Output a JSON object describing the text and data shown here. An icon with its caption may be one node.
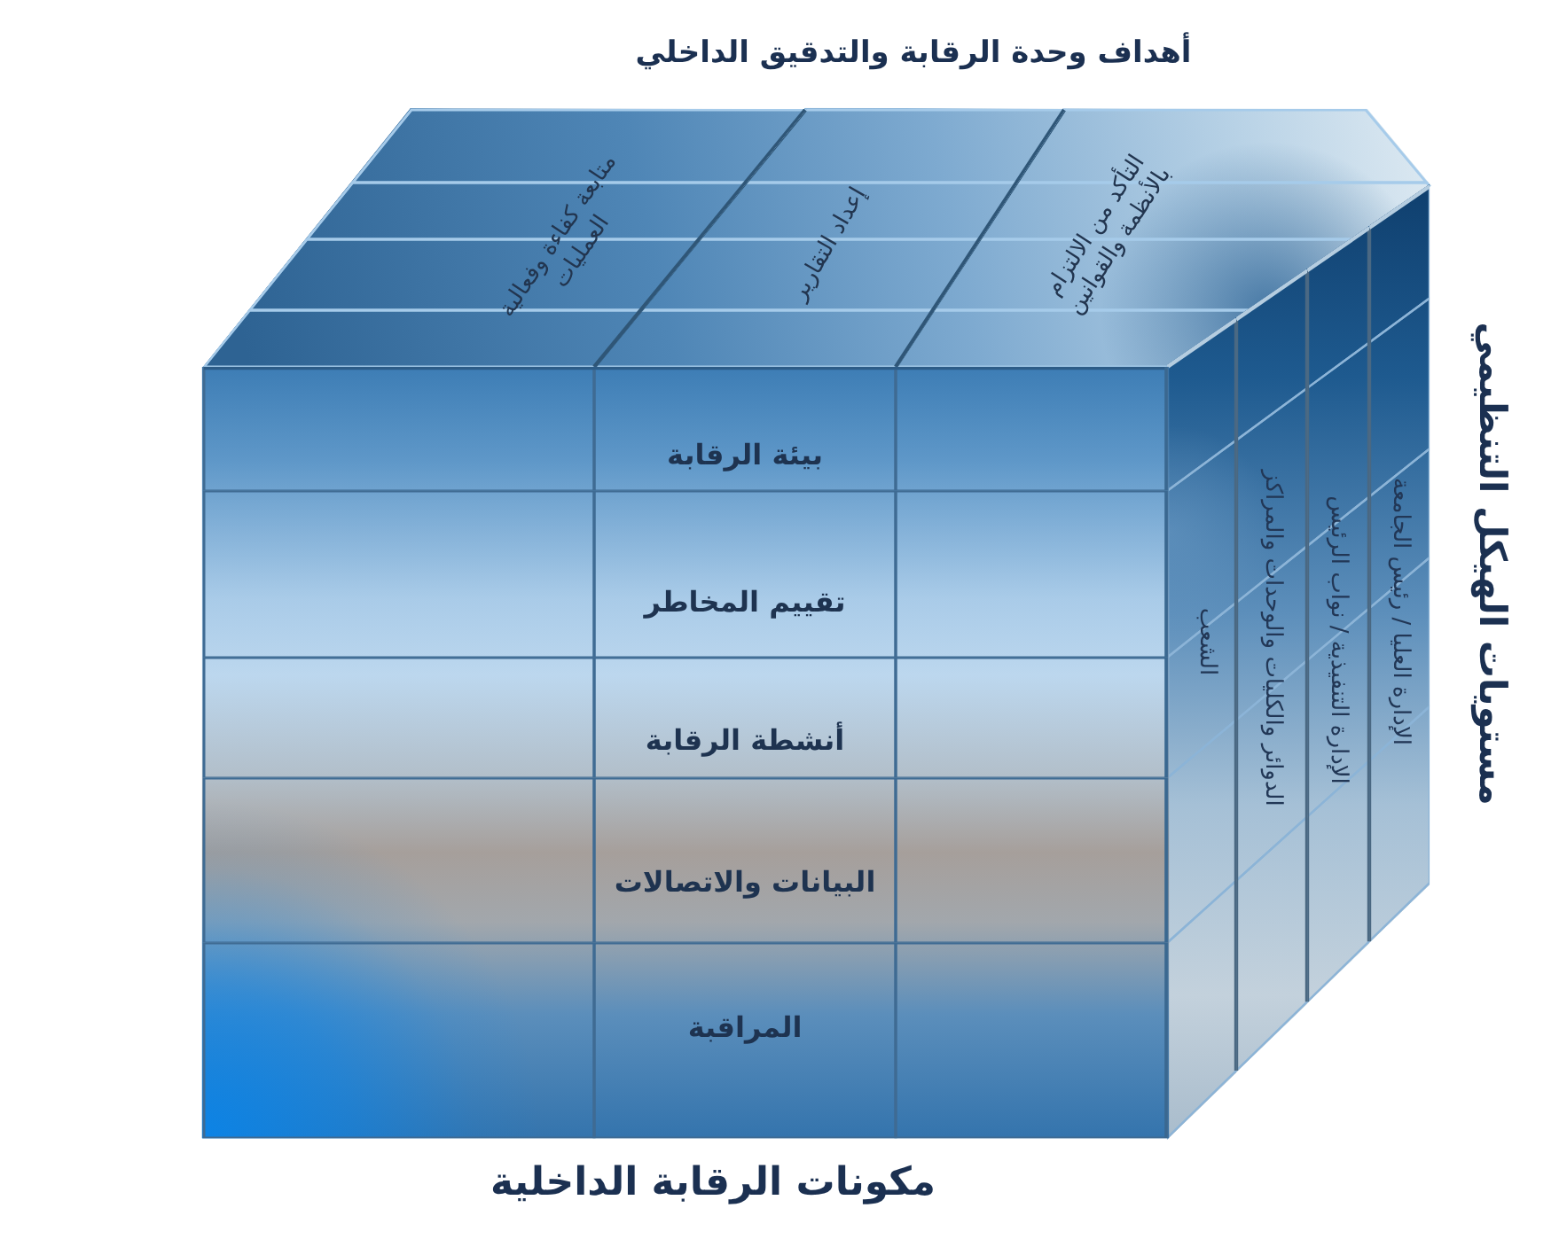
{
  "diagram": {
    "nodes": [
      {
        "text": [
          "التأكد من الالتزام بالأنظمة والقوانين"
        ]
      },
      {
        "text": [
          "إعداد التقارير"
        ]
      },
      {
        "text": [
          "متابعة كفاءة وفعالية العمليات"
        ]
      },
      {
        "text": [
          "الإدارة العليا / رئيس الجامعة"
        ]
      },
      {
        "text": [
          "الإدارة التنفيذية / نواب الرئيس"
        ]
      },
      {
        "text": [
          "الدوائر والكليات والوحدات والمراكز"
        ]
      },
      {
        "text": [
          "الشعب"
        ]
      },
      {
        "text": [
          "بيئة الرقابة"
        ]
      },
      {
        "text": [
          "تقييم المخاطر"
        ]
      },
      {
        "text": [
          "أنشطة الرقابة"
        ]
      },
      {
        "text": [
          "البيانات والاتصالات"
        ]
      },
      {
        "text": [
          "المراقبة"
        ]
      }
    ],
    "labels": [
      "أهداف وحدة الرقابة والتدقيق الداخلي",
      "مستويات الهيكل التنظيمي",
      "مكونات الرقابة الداخلية"
    ]
  }
}
